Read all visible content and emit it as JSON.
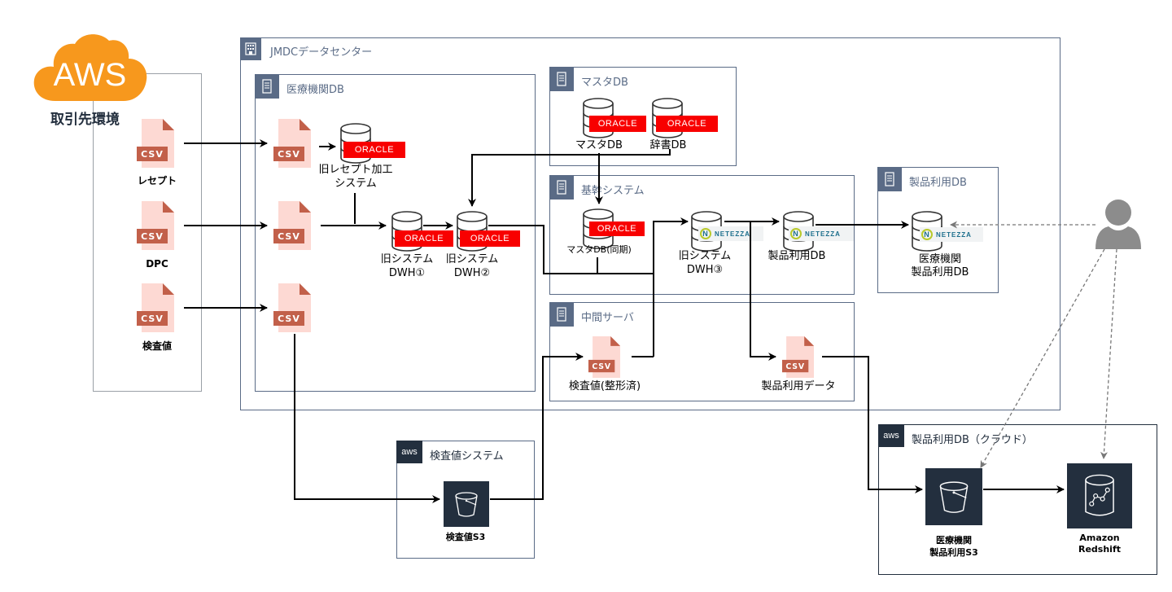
{
  "external": {
    "cloud_label": "AWS",
    "env_label": "取引先環境",
    "files": [
      {
        "badge": "csv",
        "label": "レセプト"
      },
      {
        "badge": "csv",
        "label": "DPC"
      },
      {
        "badge": "csv",
        "label": "検査値"
      }
    ]
  },
  "datacenter": {
    "title": "JMDCデータセンター",
    "groups": {
      "medical_db": {
        "title": "医療機関DB",
        "files": [
          {
            "badge": "csv"
          },
          {
            "badge": "csv"
          },
          {
            "badge": "csv"
          }
        ],
        "old_receipt": {
          "label_line1": "旧レセプト加工",
          "label_line2": "システム",
          "vendor": "ORACLE"
        },
        "dwh1": {
          "label_line1": "旧システム",
          "label_line2": "DWH①",
          "vendor": "ORACLE"
        },
        "dwh2": {
          "label_line1": "旧システム",
          "label_line2": "DWH②",
          "vendor": "ORACLE"
        }
      },
      "master_db": {
        "title": "マスタDB",
        "master": {
          "label": "マスタDB",
          "vendor": "ORACLE"
        },
        "dictionary": {
          "label": "辞書DB",
          "vendor": "ORACLE"
        }
      },
      "core_system": {
        "title": "基幹システム",
        "master_sync": {
          "label": "マスタDB(同期)",
          "vendor": "ORACLE"
        },
        "dwh3": {
          "label_line1": "旧システム",
          "label_line2": "DWH③",
          "vendor": "NETEZZA"
        },
        "product_db": {
          "label": "製品利用DB",
          "vendor": "NETEZZA"
        }
      },
      "middle_server": {
        "title": "中間サーバ",
        "lab_formatted": {
          "badge": "csv",
          "label": "検査値(整形済)"
        },
        "product_data": {
          "badge": "csv",
          "label": "製品利用データ"
        }
      },
      "product_use_db": {
        "title": "製品利用DB",
        "hospital_product_db": {
          "label_line1": "医療機関",
          "label_line2": "製品利用DB",
          "vendor": "NETEZZA"
        }
      }
    }
  },
  "lab_system": {
    "title": "検査値システム",
    "aws_tag": "aws",
    "s3": {
      "label": "検査値S3"
    }
  },
  "cloud_product_db": {
    "title": "製品利用DB（クラウド）",
    "aws_tag": "aws",
    "s3": {
      "label_line1": "医療機関",
      "label_line2": "製品利用S3"
    },
    "redshift": {
      "label_line1": "Amazon",
      "label_line2": "Redshift"
    }
  },
  "colors": {
    "group_border": "#5a6b86",
    "aws_orange": "#f7981d",
    "aws_dark": "#232f3e",
    "oracle_red": "#f80000",
    "csv_bg": "#fdd9d3",
    "csv_tag": "#c2604a",
    "user_gray": "#8c8c8c"
  }
}
